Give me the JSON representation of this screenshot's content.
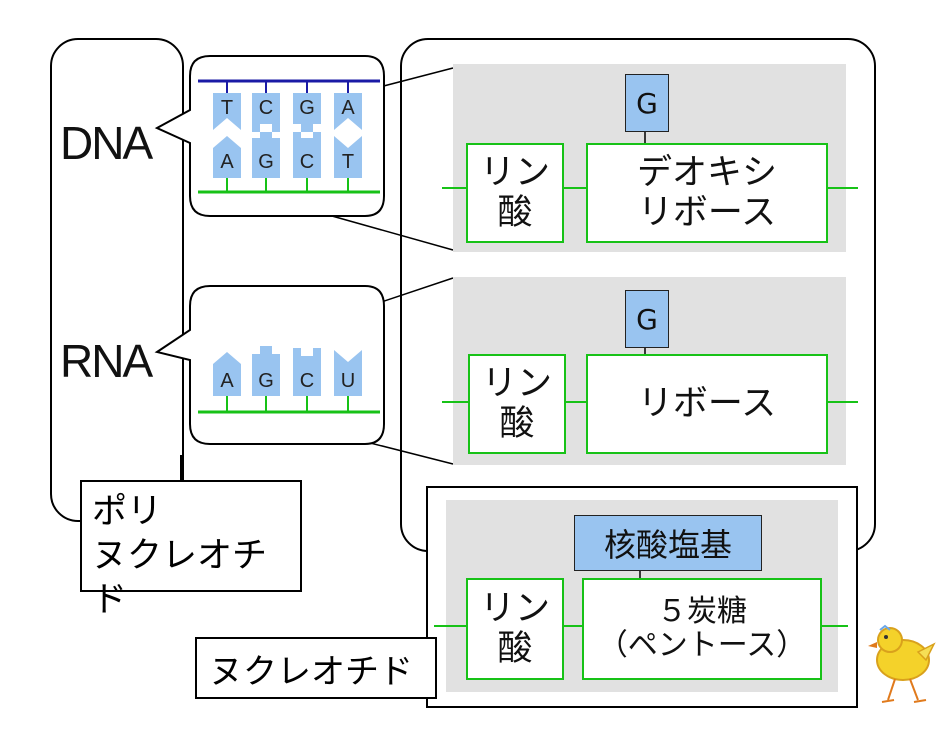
{
  "labels": {
    "dna": "DNA",
    "rna": "RNA",
    "polynucleotide_line1": "ポリ",
    "polynucleotide_line2": "ヌクレオチド",
    "nucleotide": "ヌクレオチド"
  },
  "dna_bases_top": [
    "T",
    "C",
    "G",
    "A"
  ],
  "dna_bases_bottom": [
    "A",
    "G",
    "C",
    "T"
  ],
  "rna_bases": [
    "A",
    "G",
    "C",
    "U"
  ],
  "dna_nucleotide": {
    "base": "G",
    "phosphate_line1": "リン",
    "phosphate_line2": "酸",
    "sugar_line1": "デオキシ",
    "sugar_line2": "リボース"
  },
  "rna_nucleotide": {
    "base": "G",
    "phosphate_line1": "リン",
    "phosphate_line2": "酸",
    "sugar": "リボース"
  },
  "generic_nucleotide": {
    "base": "核酸塩基",
    "phosphate_line1": "リン",
    "phosphate_line2": "酸",
    "sugar_line1": "５炭糖",
    "sugar_line2": "（ペントース）"
  },
  "colors": {
    "backbone_green": "#17c217",
    "dna_strand_blue": "#1a1aa6",
    "base_fill": "#99c4f0",
    "panel_gray": "#e1e1e1"
  }
}
